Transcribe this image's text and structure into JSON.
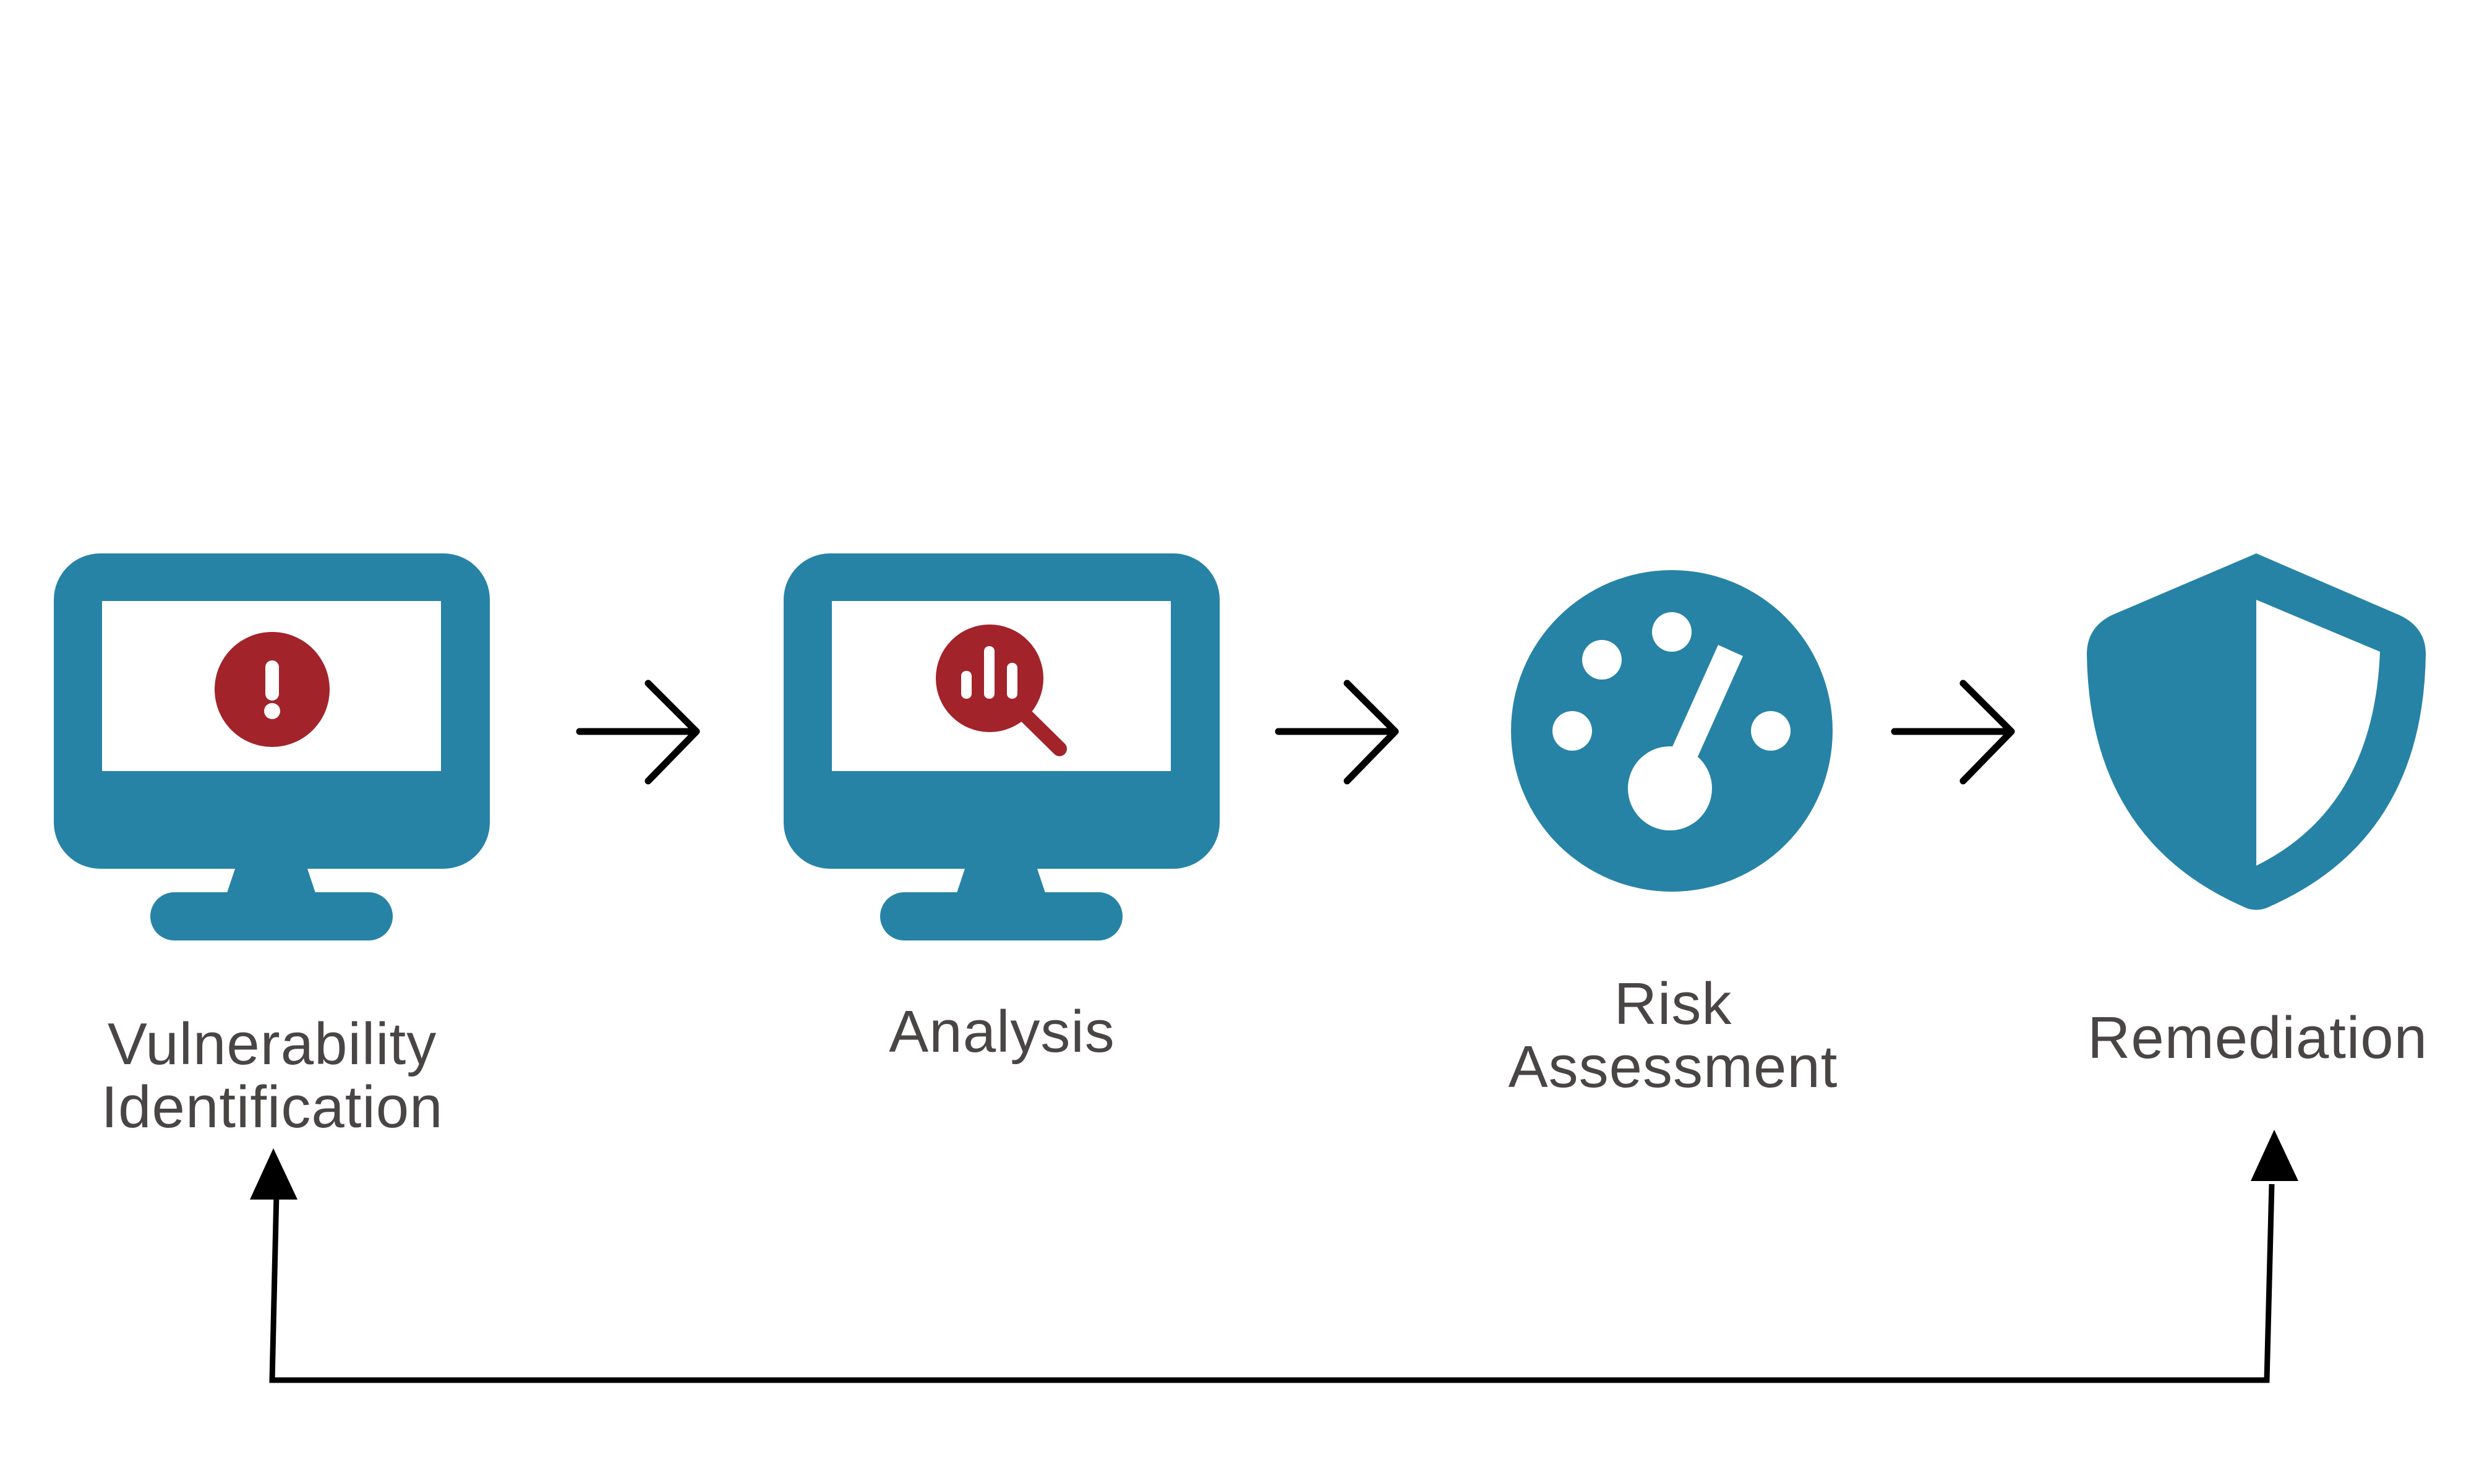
{
  "colors": {
    "primary": "#2683a6",
    "alert": "#a3232b",
    "arrow": "#000000",
    "label_text": "#4a4545",
    "background": "#ffffff"
  },
  "steps": [
    {
      "id": "vulnerability-identification",
      "lines": [
        "Vulnerability",
        "Identification"
      ],
      "icon": "monitor-alert-icon"
    },
    {
      "id": "analysis",
      "lines": [
        "Analysis"
      ],
      "icon": "monitor-analytics-icon"
    },
    {
      "id": "risk-assessment",
      "lines": [
        "Risk",
        "Assessment"
      ],
      "icon": "gauge-icon"
    },
    {
      "id": "remediation",
      "lines": [
        "Remediation"
      ],
      "icon": "shield-icon"
    }
  ],
  "connections": [
    {
      "from": "vulnerability-identification",
      "to": "analysis",
      "style": "open-arrow"
    },
    {
      "from": "analysis",
      "to": "risk-assessment",
      "style": "open-arrow"
    },
    {
      "from": "risk-assessment",
      "to": "remediation",
      "style": "open-arrow"
    },
    {
      "from": "remediation",
      "to": "vulnerability-identification",
      "style": "feedback-loop",
      "arrowheads": "both-ends"
    }
  ]
}
